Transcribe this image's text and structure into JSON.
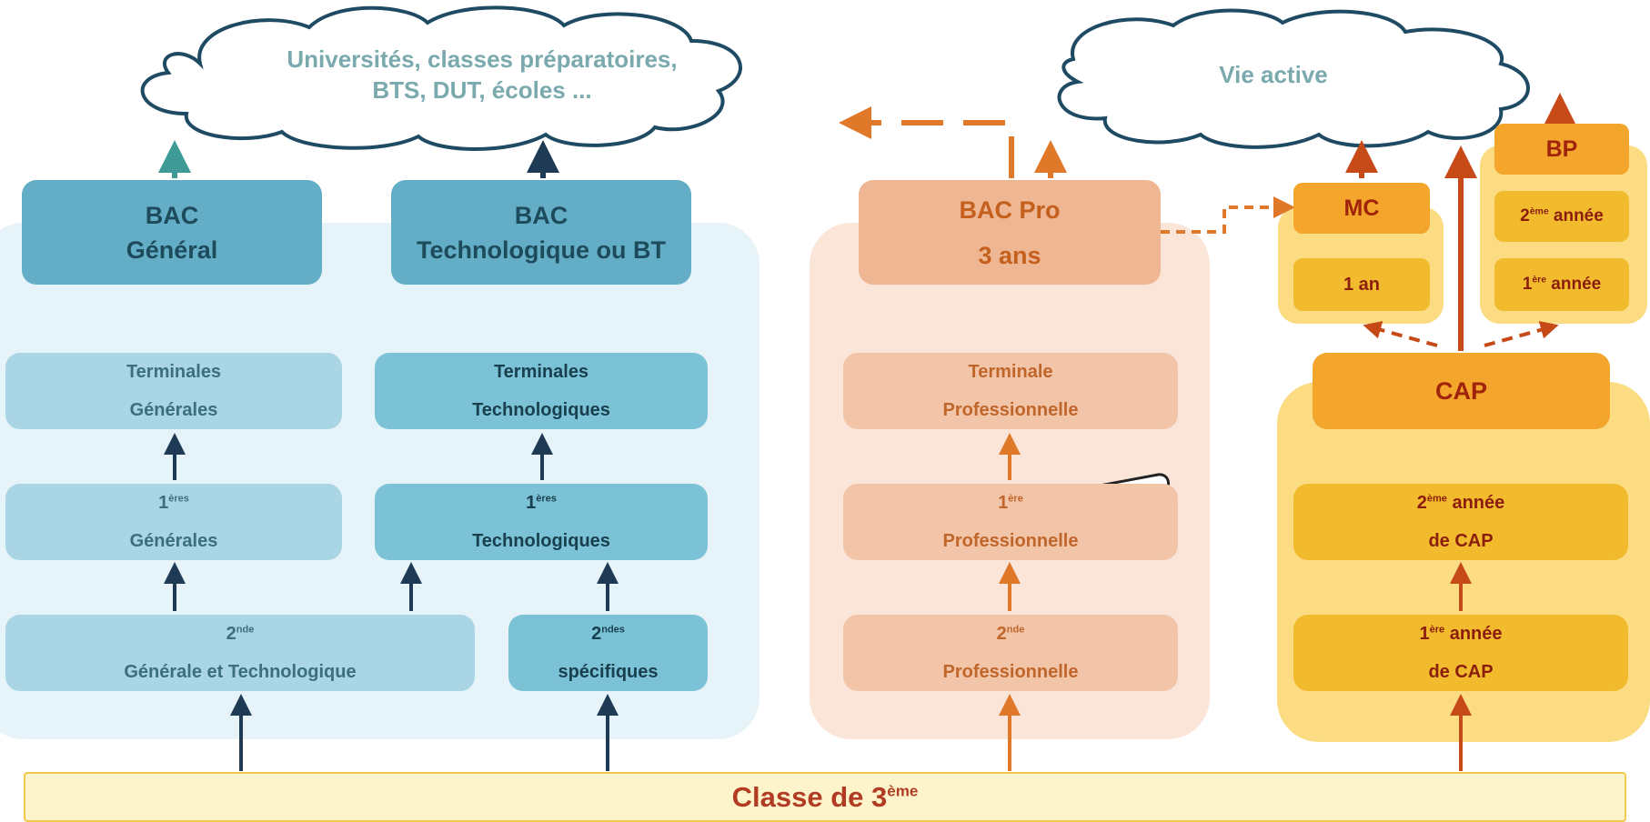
{
  "clouds": {
    "higher_education": {
      "line1": "Universités, classes préparatoires,",
      "line2": "BTS, DUT, écoles ..."
    },
    "working_life": {
      "label": "Vie active"
    }
  },
  "general_track": {
    "bac_general": {
      "line1": "BAC",
      "line2": "Général"
    },
    "bac_techno": {
      "line1": "BAC",
      "line2": "Technologique ou BT"
    },
    "terminales_generales": {
      "line1": "Terminales",
      "line2": "Générales"
    },
    "terminales_techno": {
      "line1": "Terminales",
      "line2": "Technologiques"
    },
    "premieres_generales": {
      "num": "1",
      "sup": "ères",
      "line2": "Générales"
    },
    "premieres_techno": {
      "num": "1",
      "sup": "ères",
      "line2": "Technologiques"
    },
    "seconde_gt": {
      "num": "2",
      "sup": "nde",
      "line2": "Générale et Technologique"
    },
    "secondes_specifiques": {
      "num": "2",
      "sup": "ndes",
      "line2": "spécifiques"
    }
  },
  "pro_track": {
    "bac_pro": {
      "line1": "BAC Pro",
      "line2": "3 ans"
    },
    "terminale_pro": {
      "line1": "Terminale",
      "line2": "Professionnelle"
    },
    "premiere_pro": {
      "num": "1",
      "sup": "ère",
      "line2": "Professionnelle"
    },
    "seconde_pro": {
      "num": "2",
      "sup": "nde",
      "line2": "Professionnelle"
    }
  },
  "cap_track": {
    "mc": {
      "label": "MC",
      "duration": "1 an"
    },
    "bp": {
      "label": "BP",
      "year2_num": "2",
      "year2_sup": "ème",
      "year2_text": " année",
      "year1_num": "1",
      "year1_sup": "ère",
      "year1_text": " année"
    },
    "cap": {
      "label": "CAP"
    },
    "cap_year2": {
      "num": "2",
      "sup": "ème",
      "text": " année",
      "line2": "de CAP"
    },
    "cap_year1": {
      "num": "1",
      "sup": "ère",
      "text": " année",
      "line2": "de CAP"
    }
  },
  "bottom": {
    "prefix": "Classe de 3",
    "sup": "ème"
  },
  "colors": {
    "teal_arrow": "#3e9a97",
    "navy_arrow": "#1f3a55",
    "orange_arrow": "#e0782a",
    "red_arrow": "#c64a18",
    "cloud_text": "#7aa9ae"
  },
  "icons": [
    "diploma-scroll-icon"
  ]
}
